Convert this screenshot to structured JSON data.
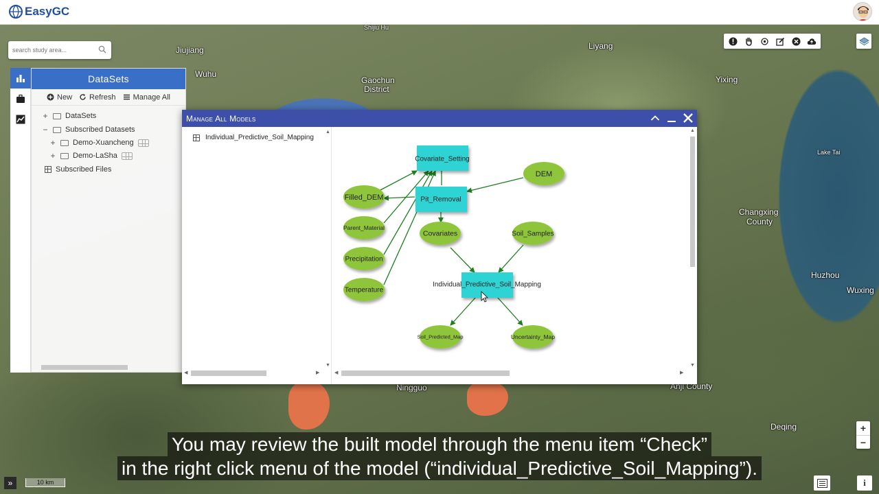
{
  "app": {
    "title": "EasyGC"
  },
  "search": {
    "placeholder": "search study area..."
  },
  "datasets": {
    "header": "DataSets",
    "toolbar": {
      "new_label": "New",
      "refresh_label": "Refresh",
      "manage_label": "Manage All"
    },
    "tree": {
      "datasets": "DataSets",
      "subscribed": "Subscribed Datasets",
      "children": [
        "Demo-Xuancheng",
        "Demo-LaSha"
      ],
      "files": "Subscribed Files"
    }
  },
  "map": {
    "labels": [
      "Jiujiang",
      "Wuhu",
      "Gaochun",
      "District",
      "Liyang",
      "Yixing",
      "Lake Tai",
      "Changxing",
      "County",
      "Huzhou",
      "Wuxing",
      "Ningguo",
      "Anji County",
      "Deqing",
      "Shijiu Hu"
    ],
    "scale": "10 km"
  },
  "dialog": {
    "title": "Manage All Models",
    "model_item": "Individual_Predictive_Soil_Mapping",
    "nodes": {
      "covariate_setting": "Covariate_Setting",
      "pit_removal": "Pit_Removal",
      "dem": "DEM",
      "filled_dem": "Filled_DEM",
      "parent_material": "Parent_Material",
      "precipitation": "Precipitation",
      "temperature": "Temperature",
      "covariates": "Covariates",
      "soil_samples": "Soil_Samples",
      "ipsm": "Individual_Predictive_Soil_Mapping",
      "soil_predicted_map": "Soil_Predicted_Map",
      "uncertainty_map": "Uncertainty_Map"
    }
  },
  "subtitle": {
    "line1": "You may review the built model through the menu item “Check”",
    "line2": "in the right click menu of the model (“individual_Predictive_Soil_Mapping”)."
  },
  "colors": {
    "accent": "#3a6fc8",
    "dialog_title": "#3d4fa8",
    "task_node": "#2ed3d3",
    "data_node": "#8fc53a",
    "edge": "#1e7d1e",
    "region": "#e8734a"
  }
}
